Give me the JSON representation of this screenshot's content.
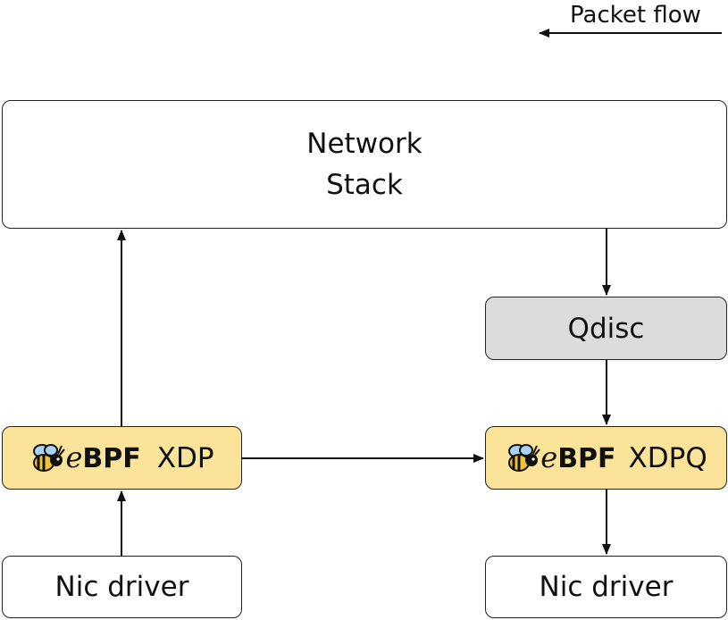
{
  "legend": {
    "label": "Packet flow"
  },
  "nodes": {
    "network_stack": {
      "line1": "Network",
      "line2": "Stack"
    },
    "qdisc": {
      "label": "Qdisc"
    },
    "xdp": {
      "logo_e": "e",
      "logo_bpf": "BPF",
      "label": "XDP"
    },
    "xdpq": {
      "logo_e": "e",
      "logo_bpf": "BPF",
      "label": "XDPQ"
    },
    "nic_left": {
      "label": "Nic driver"
    },
    "nic_right": {
      "label": "Nic driver"
    }
  },
  "colors": {
    "ebpf_box": "#fbe39a",
    "qdisc_box": "#dcdcdc",
    "stroke": "#222222"
  }
}
